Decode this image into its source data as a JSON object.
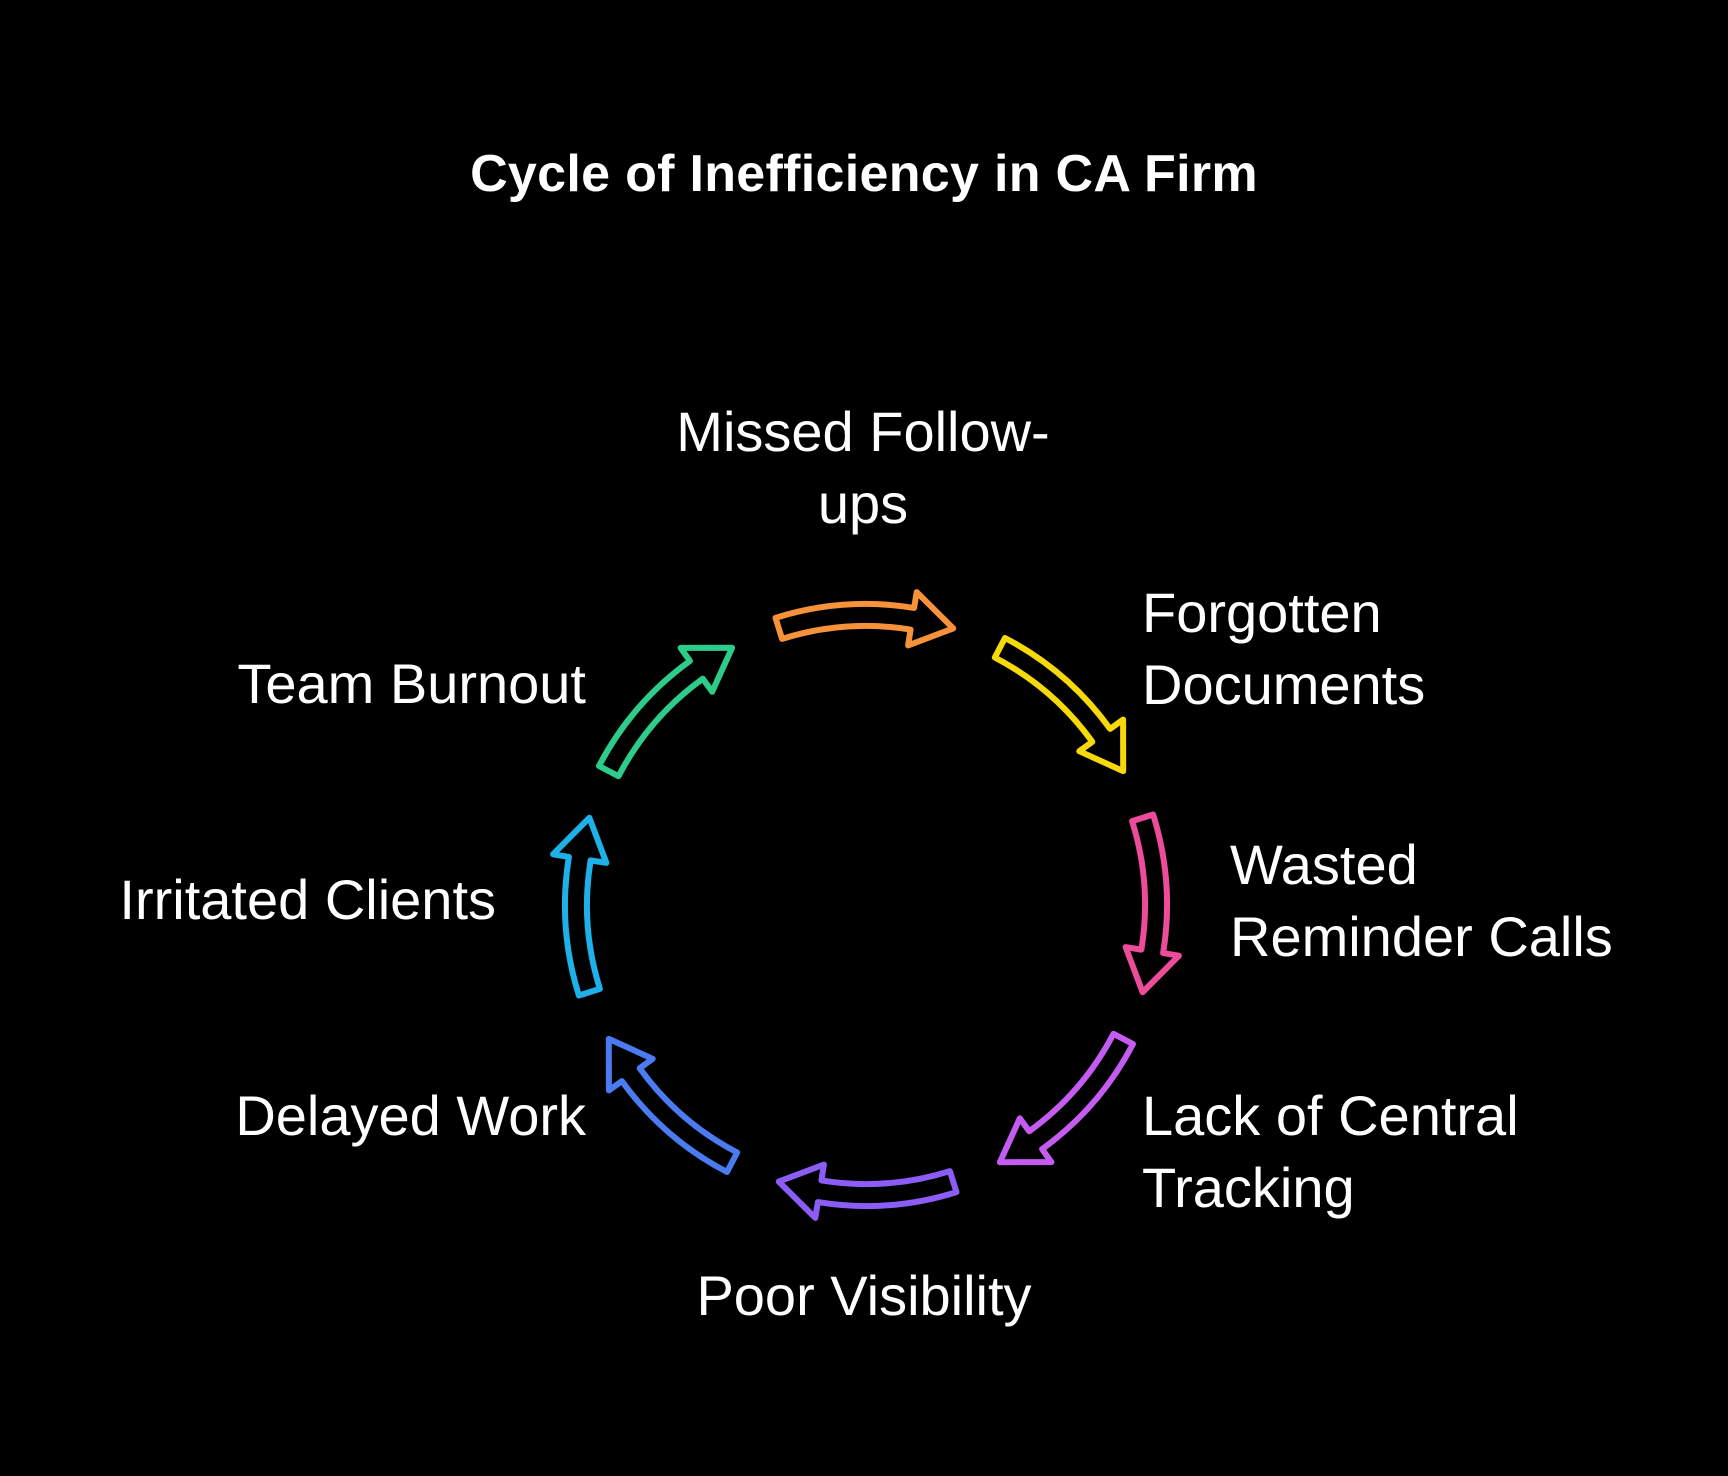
{
  "title": "Cycle of Inefficiency in CA Firm",
  "stages": [
    {
      "label": "Missed Follow-\nups",
      "color": "#F7923A",
      "arrow": "orange-arrow-icon"
    },
    {
      "label": "Forgotten\nDocuments",
      "color": "#F5D90A",
      "arrow": "yellow-arrow-icon"
    },
    {
      "label": "Wasted\nReminder Calls",
      "color": "#EC4C99",
      "arrow": "pink-arrow-icon"
    },
    {
      "label": "Lack of Central\nTracking",
      "color": "#C45CF2",
      "arrow": "purple-arrow-icon"
    },
    {
      "label": "Poor Visibility",
      "color": "#8B5CF6",
      "arrow": "violet-arrow-icon"
    },
    {
      "label": "Delayed Work",
      "color": "#4B7BF0",
      "arrow": "blue-arrow-icon"
    },
    {
      "label": "Irritated Clients",
      "color": "#1EB0E8",
      "arrow": "cyan-arrow-icon"
    },
    {
      "label": "Team Burnout",
      "color": "#2ECC8A",
      "arrow": "green-arrow-icon"
    }
  ]
}
